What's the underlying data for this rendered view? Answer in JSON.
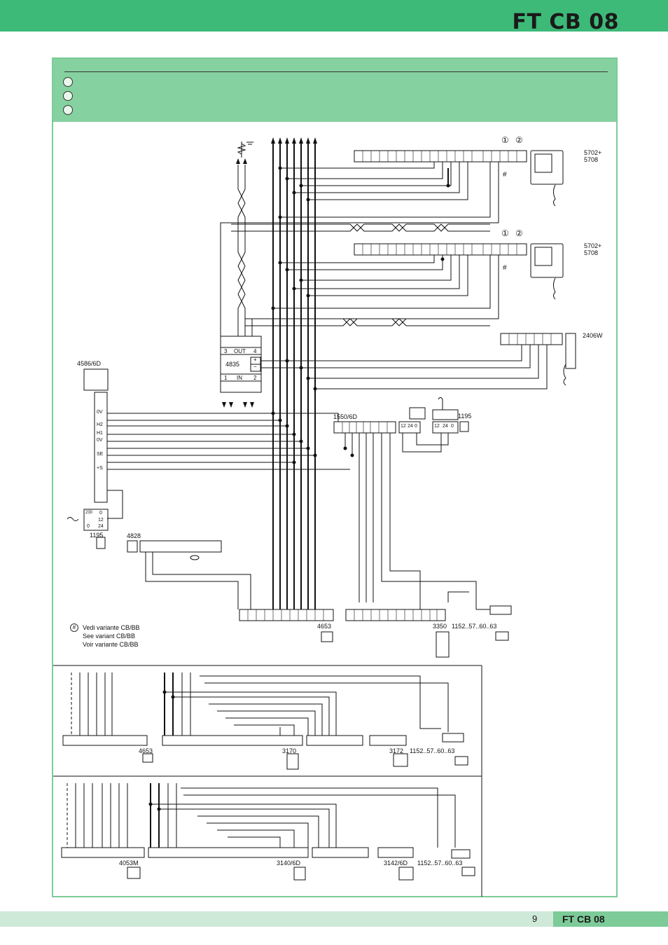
{
  "header": {
    "title": "FT CB 08"
  },
  "footer": {
    "page_number": "9",
    "code": "FT CB 08"
  },
  "legend": {
    "hash": "#",
    "lines": [
      "Vedi variante CB/BB",
      "See variant CB/BB",
      "Voir variante CB/BB"
    ]
  },
  "devices": {
    "monitor_1": "5702+\n5708",
    "monitor_1_a": "5702+",
    "monitor_1_b": "5708",
    "monitor_2_a": "5702+",
    "monitor_2_b": "5708",
    "handset": "2406W",
    "distributor": "4835",
    "power_supply_video": "4586/6D",
    "transformer_left": "1195",
    "transformer_right": "1195",
    "controller": "1550/6D",
    "module_4828": "4828",
    "module_4653": "4653",
    "module_3350": "3350",
    "lock_1": "1152..57..60..63",
    "variant2_4653": "4653",
    "variant2_3170": "3170",
    "variant2_3172": "3172",
    "variant2_lock": "1152..57..60..63",
    "variant3_4053m": "4053M",
    "variant3_3140": "3140/6D",
    "variant3_3142": "3142/6D",
    "variant3_lock": "1152..57..60..63"
  },
  "distributor_terms": {
    "out": "OUT",
    "in": "IN",
    "n3": "3",
    "n4": "4",
    "n1": "1",
    "n2": "2",
    "plus": "+",
    "minus": "−"
  },
  "circled": {
    "one": "①",
    "two": "②"
  },
  "ps_terms": [
    "0V",
    "H2",
    "H1",
    "0V",
    "SE",
    "+S",
    "230",
    "0",
    "12",
    "24",
    "0"
  ],
  "ctrl_terms": [
    "12",
    "24",
    "0",
    "12",
    "24",
    "0"
  ]
}
